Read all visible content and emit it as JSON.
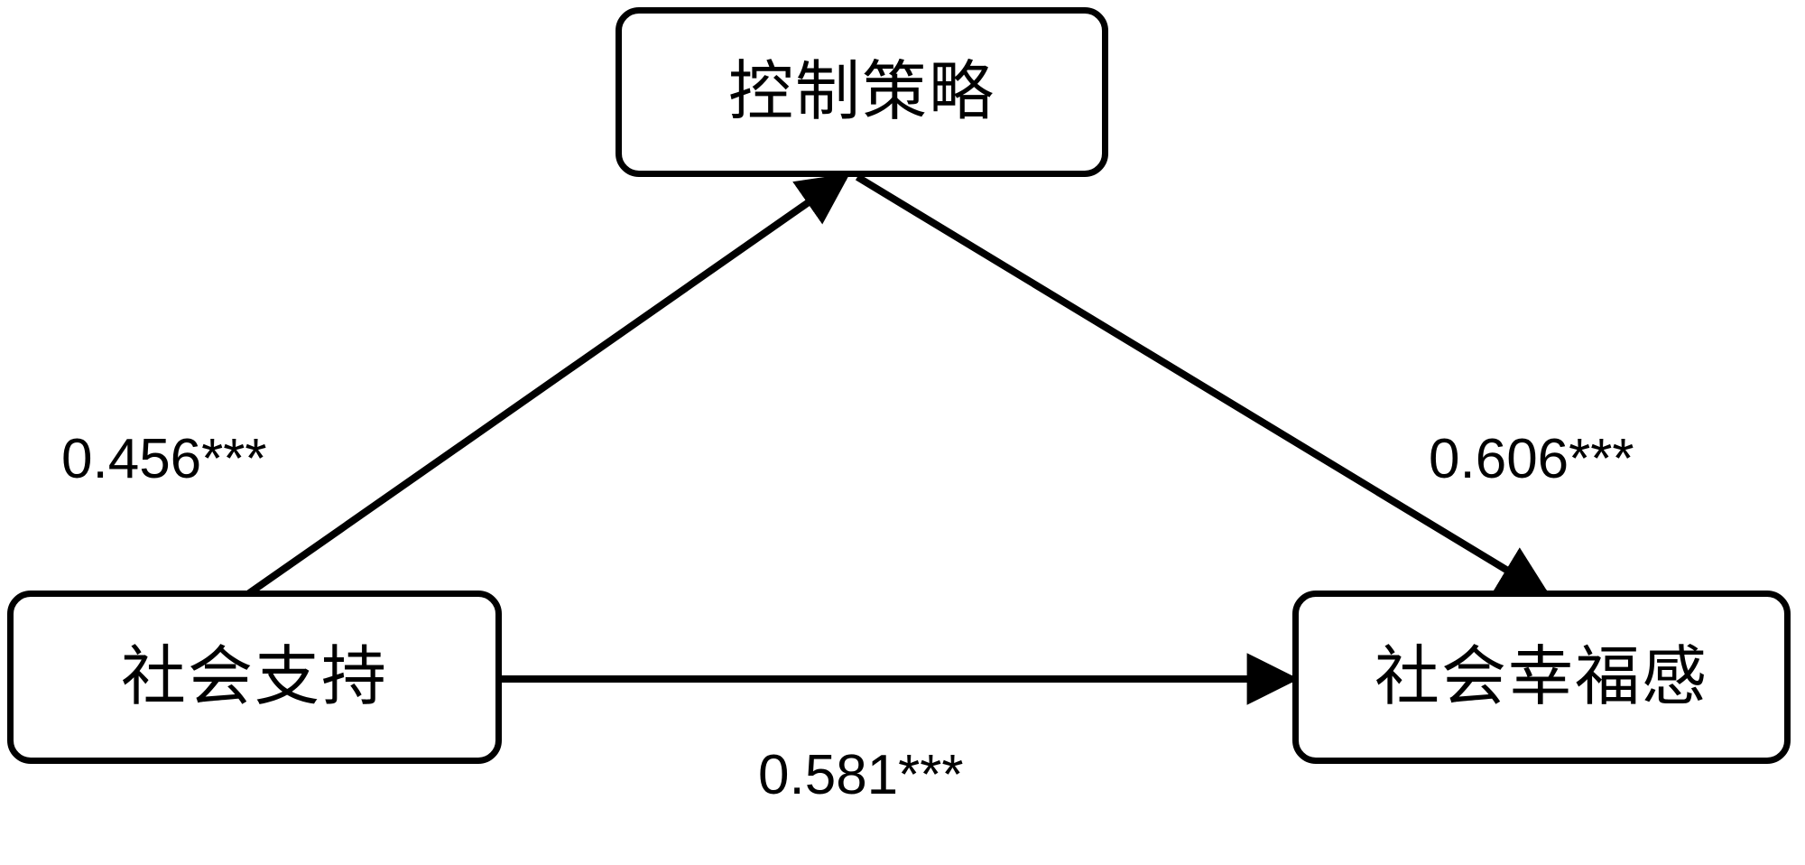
{
  "diagram": {
    "type": "path-model",
    "title": "",
    "background_color": "#ffffff",
    "stroke_color": "#000000",
    "nodes": [
      {
        "id": "mediator",
        "label": "控制策略",
        "role": "mediator"
      },
      {
        "id": "predictor",
        "label": "社会支持",
        "role": "independent-variable"
      },
      {
        "id": "outcome",
        "label": "社会幸福感",
        "role": "dependent-variable"
      }
    ],
    "edges": [
      {
        "id": "a-path",
        "from": "predictor",
        "to": "mediator",
        "coefficient": "0.456***",
        "value": 0.456,
        "significance": "***"
      },
      {
        "id": "b-path",
        "from": "mediator",
        "to": "outcome",
        "coefficient": "0.606***",
        "value": 0.606,
        "significance": "***"
      },
      {
        "id": "c-path",
        "from": "predictor",
        "to": "outcome",
        "coefficient": "0.581***",
        "value": 0.581,
        "significance": "***"
      }
    ]
  }
}
